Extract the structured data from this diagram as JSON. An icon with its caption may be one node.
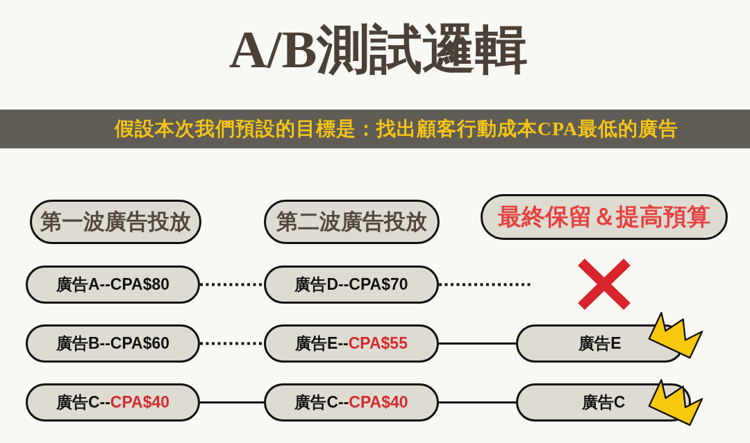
{
  "diagram": {
    "title": "A/B測試邏輯",
    "nodes": [
      {
        "text": [
          "假設本次我們預設的目標是：找出顧客行動成本CPA最低的廣告"
        ]
      },
      {
        "text": [
          "第一波廣告投放"
        ]
      },
      {
        "text": [
          "第二波廣告投放"
        ]
      },
      {
        "text": [
          "最終保留＆提高預算"
        ]
      },
      {
        "text": [
          "廣告A--CPA$80"
        ]
      },
      {
        "text": [
          "廣告D--CPA$70"
        ]
      },
      {
        "text": [],
        "shape": "cross"
      },
      {
        "text": [
          "廣告B--CPA$60"
        ]
      },
      {
        "text": [
          "廣告E--",
          "CPA$55"
        ]
      },
      {
        "text": [
          "廣告E"
        ]
      },
      {
        "text": [
          "廣告C--",
          "CPA$40"
        ]
      },
      {
        "text": [
          "廣告C--",
          "CPA$40"
        ]
      },
      {
        "text": [
          "廣告C"
        ]
      }
    ],
    "edges": [
      {
        "from": 4,
        "to": 5,
        "arrow": "none",
        "style": "dashed"
      },
      {
        "from": 5,
        "to": null,
        "arrow": "none",
        "style": "dashed"
      },
      {
        "from": 7,
        "to": 8,
        "arrow": "none",
        "style": "dashed"
      },
      {
        "from": 8,
        "to": 9,
        "arrow": "none"
      },
      {
        "from": 10,
        "to": 11,
        "arrow": "none"
      },
      {
        "from": 11,
        "to": 12,
        "arrow": "none"
      }
    ]
  }
}
